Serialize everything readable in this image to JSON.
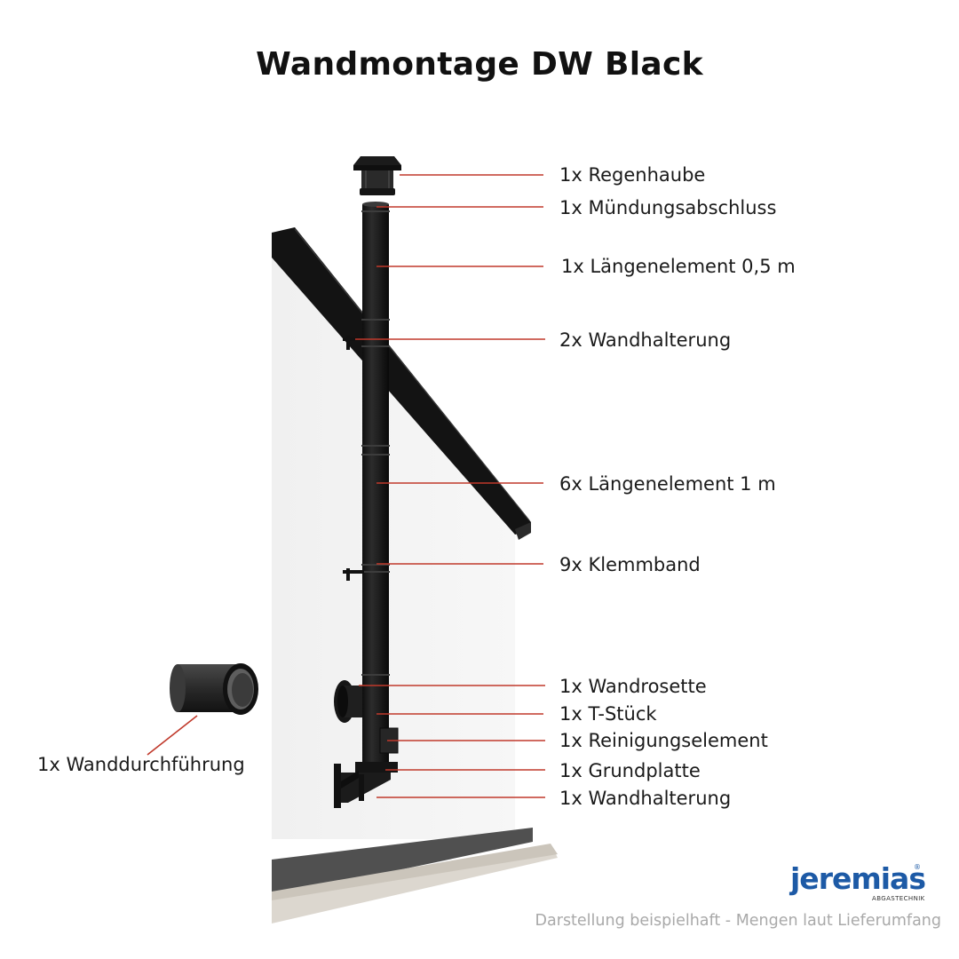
{
  "title": "Wandmontage DW Black",
  "labels": {
    "regenhaube": "1x Regenhaube",
    "muendungsabschluss": "1x Mündungsabschluss",
    "laengenelement_05": "1x Längenelement 0,5 m",
    "wandhalterung_2x": "2x Wandhalterung",
    "laengenelement_1m": "6x Längenelement 1 m",
    "klemmband": "9x Klemmband",
    "wandrosette": "1x Wandrosette",
    "t_stueck": "1x T-Stück",
    "reinigungselement": "1x Reinigungselement",
    "grundplatte": "1x Grundplatte",
    "wandhalterung_1x": "1x Wandhalterung",
    "wanddurchfuehrung": "1x Wanddurchführung"
  },
  "logo": {
    "name": "jeremias",
    "subtitle": "ABGASTECHNIK",
    "registered": "®"
  },
  "footnote": "Darstellung beispielhaft - Mengen laut Lieferumfang",
  "colors": {
    "leader_line": "#c0392b",
    "pipe": "#1e1e1e",
    "wall": "#f4f4f4",
    "roof": "#121212",
    "plinth": "#4a4a4a",
    "sill": "#d9d4cc",
    "brand": "#1d5aa6"
  }
}
